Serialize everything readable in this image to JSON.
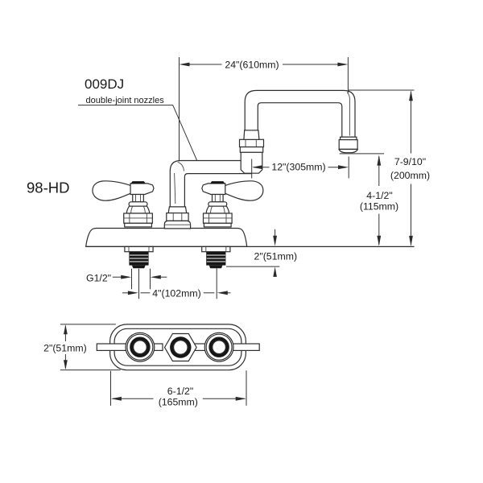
{
  "diagram": {
    "title_model": "98-HD",
    "nozzle_code": "009DJ",
    "nozzle_desc": "double-joint nozzles",
    "dims": {
      "spout_reach": "24\"(610mm)",
      "joint_reach": "12\"(305mm)",
      "spout_height_in": "7-9/10\"",
      "spout_height_mm": "(200mm)",
      "outlet_clearance_in": "4-1/2\"",
      "outlet_clearance_mm": "(115mm)",
      "shank_length": "2\"(51mm)",
      "thread_size": "G1/2\"",
      "handle_centers": "4\"(102mm)",
      "base_depth": "2\"(51mm)",
      "base_width_in": "6-1/2\"",
      "base_width_mm": "(165mm)"
    },
    "colors": {
      "line": "#2e2e2e",
      "text": "#1a1a1a",
      "background": "#ffffff"
    }
  }
}
